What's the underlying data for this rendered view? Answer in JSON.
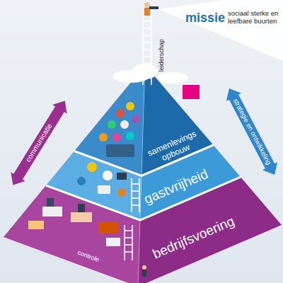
{
  "diagram": {
    "nodes": [
      {
        "text": [
          "missie",
          "sociaal sterke en leefbare buurten"
        ]
      },
      {
        "text": [
          "samenlevings opbouw"
        ]
      },
      {
        "text": [
          "gastvrijheid"
        ]
      },
      {
        "text": [
          "bedrijfsvoering"
        ]
      }
    ],
    "labels": [
      "leiderschap",
      "communicatie",
      "strategie en ontwikkeling",
      "controle"
    ]
  }
}
